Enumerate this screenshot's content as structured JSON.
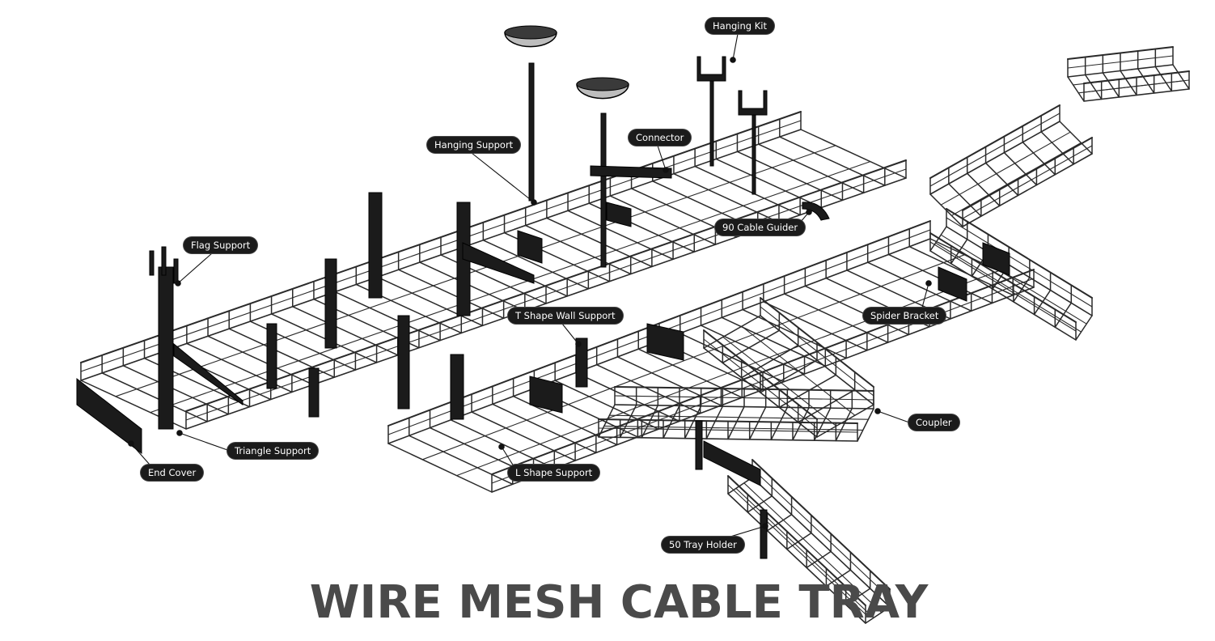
{
  "title": "WIRE MESH CABLE TRAY",
  "labels": {
    "hanging_kit": "Hanging Kit",
    "connector": "Connector",
    "hanging_support": "Hanging Support",
    "flag_support": "Flag Support",
    "cable_guider": "90 Cable Guider",
    "t_shape_wall_support": "T Shape Wall Support",
    "spider_bracket": "Spider Bracket",
    "coupler": "Coupler",
    "triangle_support": "Triangle Support",
    "end_cover": "End Cover",
    "l_shape_support": "L Shape Support",
    "tray_holder": "50 Tray Holder"
  },
  "colors": {
    "ink": "#1b1b1b",
    "wire": "#2a2a2a",
    "title": "#4a4a4a",
    "background": "#ffffff"
  }
}
